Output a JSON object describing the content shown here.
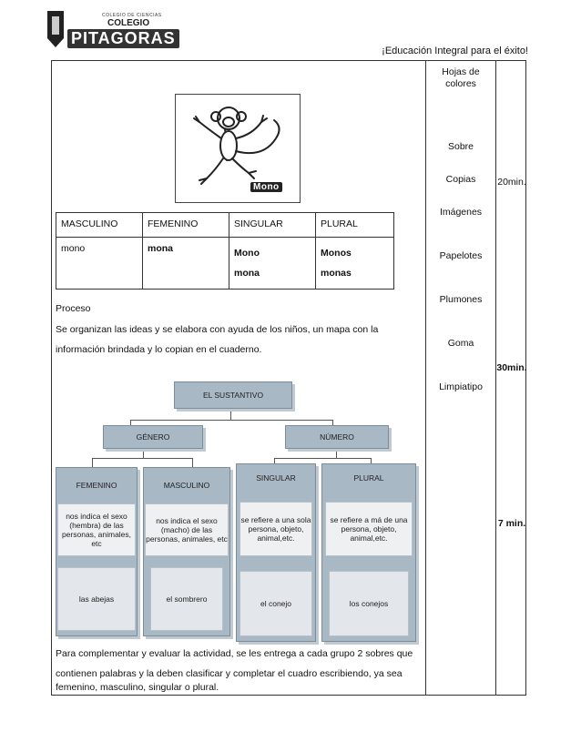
{
  "header": {
    "logo_small": "COLEGIO DE CIENCIAS",
    "logo_colegio": "COLEGIO",
    "logo_name": "PITAGORAS",
    "motto": "¡Educación Integral para el éxito!"
  },
  "materials": [
    "Hojas de colores",
    "Sobre",
    "Copias",
    "Imágenes",
    "Papelotes",
    "Plumones",
    "Goma",
    "Limpiatipo"
  ],
  "times": [
    "20min.",
    "30min.",
    "7 min."
  ],
  "image_label": "Mono",
  "table": {
    "headers": [
      "MASCULINO",
      "FEMENINO",
      "SINGULAR",
      "PLURAL"
    ],
    "row": {
      "masculino": "mono",
      "femenino": "mona",
      "singular_1": "Mono",
      "singular_2": "mona",
      "plural_1": "Monos",
      "plural_2": "monas"
    }
  },
  "proceso_title": "Proceso",
  "proceso_line1": "Se organizan las ideas y se elabora con ayuda de los niños, un mapa con la",
  "proceso_line2": "información brindada y  lo copian en el cuaderno.",
  "diagram": {
    "root": "EL SUSTANTIVO",
    "genero": "GÉNERO",
    "numero": "NÚMERO",
    "femenino": "FEMENINO",
    "masculino": "MASCULINO",
    "singular": "SINGULAR",
    "plural": "PLURAL",
    "fem_desc": "nos indica el sexo (hembra) de las personas, animales, etc",
    "masc_desc": "nos indica el sexo (macho) de las personas, animales, etc",
    "sing_desc": "se refiere a una sola persona, objeto, animal,etc.",
    "plur_desc": "se refiere a má de una persona, objeto, animal,etc.",
    "fem_ex": "las abejas",
    "masc_ex": "el sombrero",
    "sing_ex": "el conejo",
    "plur_ex": "los conejos"
  },
  "closing_line1": "Para complementar y evaluar la actividad, se les entrega a cada grupo  2 sobres que",
  "closing_line2": "contienen palabras y la deben clasificar  y  completar  el cuadro escribiendo, ya sea",
  "closing_line3": "femenino, masculino, singular o plural."
}
